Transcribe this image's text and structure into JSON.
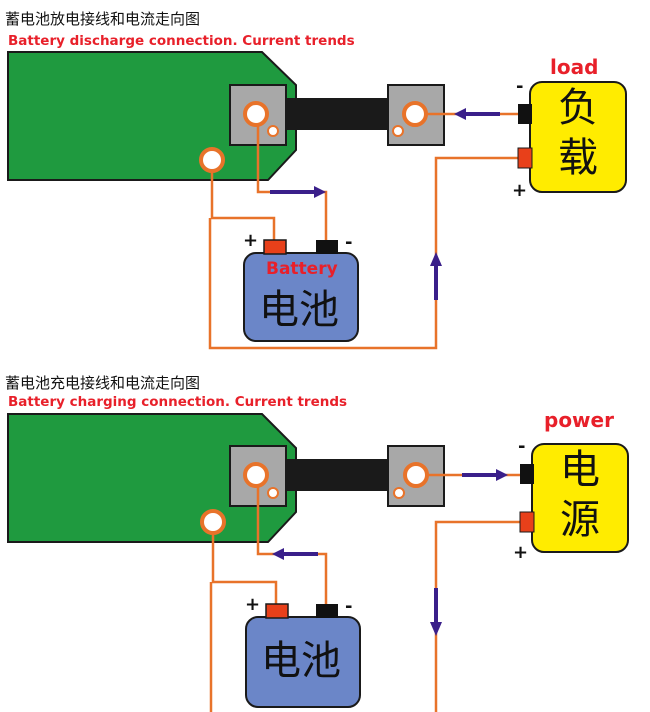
{
  "discharge": {
    "title_zh": "蓄电池放电接线和电流走向图",
    "title_en": "Battery discharge connection. Current trends",
    "device_label": "load",
    "device_text_1": "负",
    "device_text_2": "载",
    "battery_label": "Battery",
    "battery_text": "电池",
    "device_minus": "-",
    "device_plus": "+",
    "battery_plus": "+",
    "battery_minus": "-"
  },
  "charging": {
    "title_zh": "蓄电池充电接线和电流走向图",
    "title_en": "Battery charging connection. Current trends",
    "device_label": "power",
    "device_text_1": "电",
    "device_text_2": "源",
    "battery_text": "电池",
    "device_minus": "-",
    "device_plus": "+",
    "battery_plus": "+",
    "battery_minus": "-"
  },
  "colors": {
    "board": "#1f9a3f",
    "terminal": "#a8a8a8",
    "wire": "#e8732a",
    "arrow": "#3a1f8a",
    "battery": "#6b86c8",
    "device": "#ffec00",
    "connector_pos": "#e8401a",
    "connector_neg": "#111111",
    "label_red": "#e8202a"
  }
}
